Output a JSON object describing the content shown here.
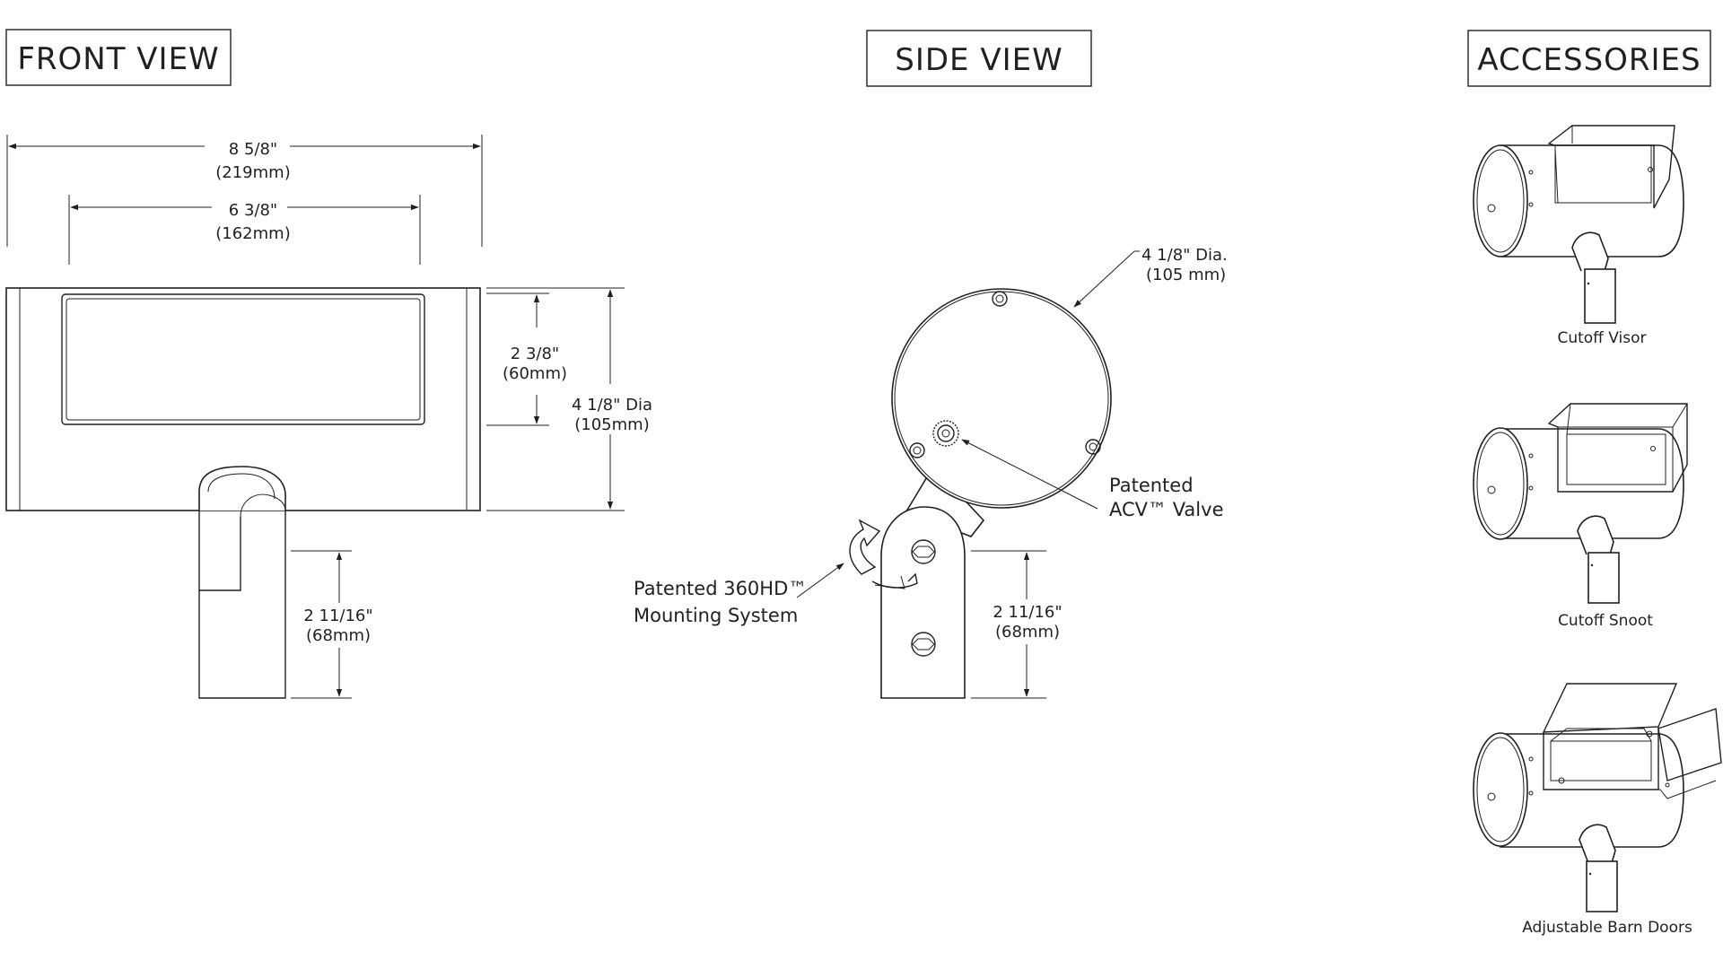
{
  "headers": {
    "front": "FRONT VIEW",
    "side": "SIDE VIEW",
    "accessories": "ACCESSORIES"
  },
  "front_view": {
    "overall_width": "8 5/8\"",
    "overall_width_mm": "(219mm)",
    "lens_width": "6 3/8\"",
    "lens_width_mm": "(162mm)",
    "lens_height": "2 3/8\"",
    "lens_height_mm": "(60mm)",
    "body_dia": "4 1/8\" Dia",
    "body_dia_mm": "(105mm)",
    "mount_height": "2 11/16\"",
    "mount_height_mm": "(68mm)"
  },
  "side_view": {
    "dia": "4 1/8\" Dia.",
    "dia_mm": "(105 mm)",
    "valve_line1": "Patented",
    "valve_line2": "ACV™ Valve",
    "mount_line1": "Patented 360HD™",
    "mount_line2": "Mounting System",
    "mount_height": "2 11/16\"",
    "mount_height_mm": "(68mm)"
  },
  "accessories": [
    {
      "label": "Cutoff Visor"
    },
    {
      "label": "Cutoff Snoot"
    },
    {
      "label": "Adjustable Barn Doors"
    }
  ]
}
